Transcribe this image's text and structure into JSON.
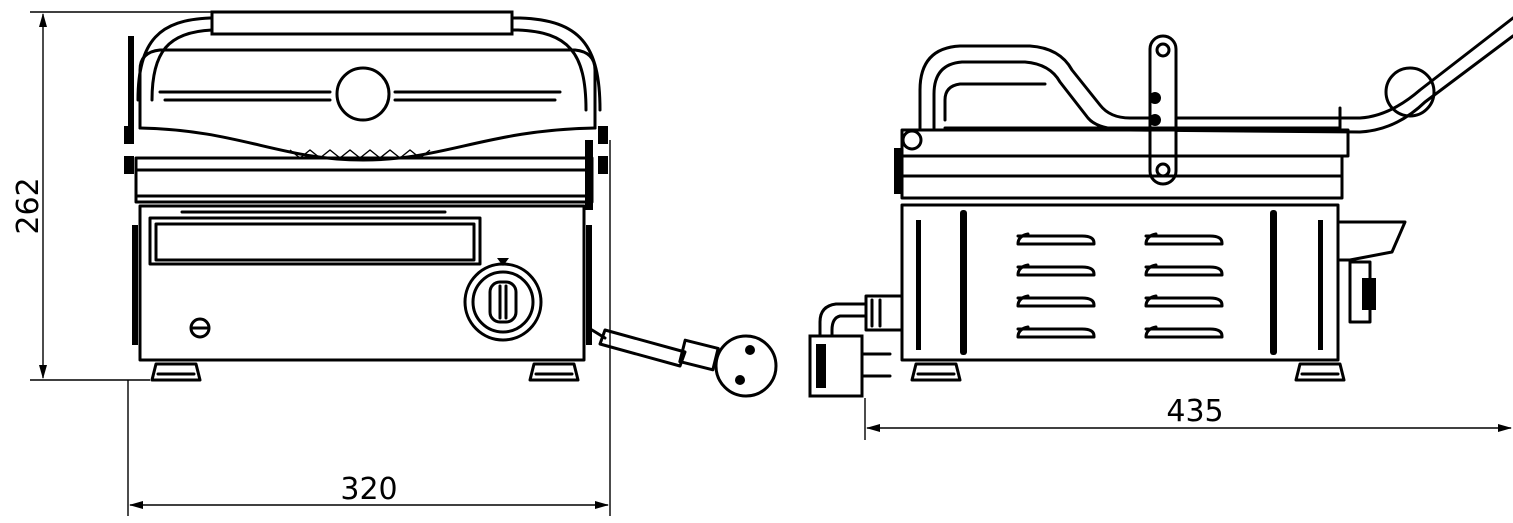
{
  "dimensions": {
    "height": "262",
    "width": "320",
    "depth": "435"
  }
}
